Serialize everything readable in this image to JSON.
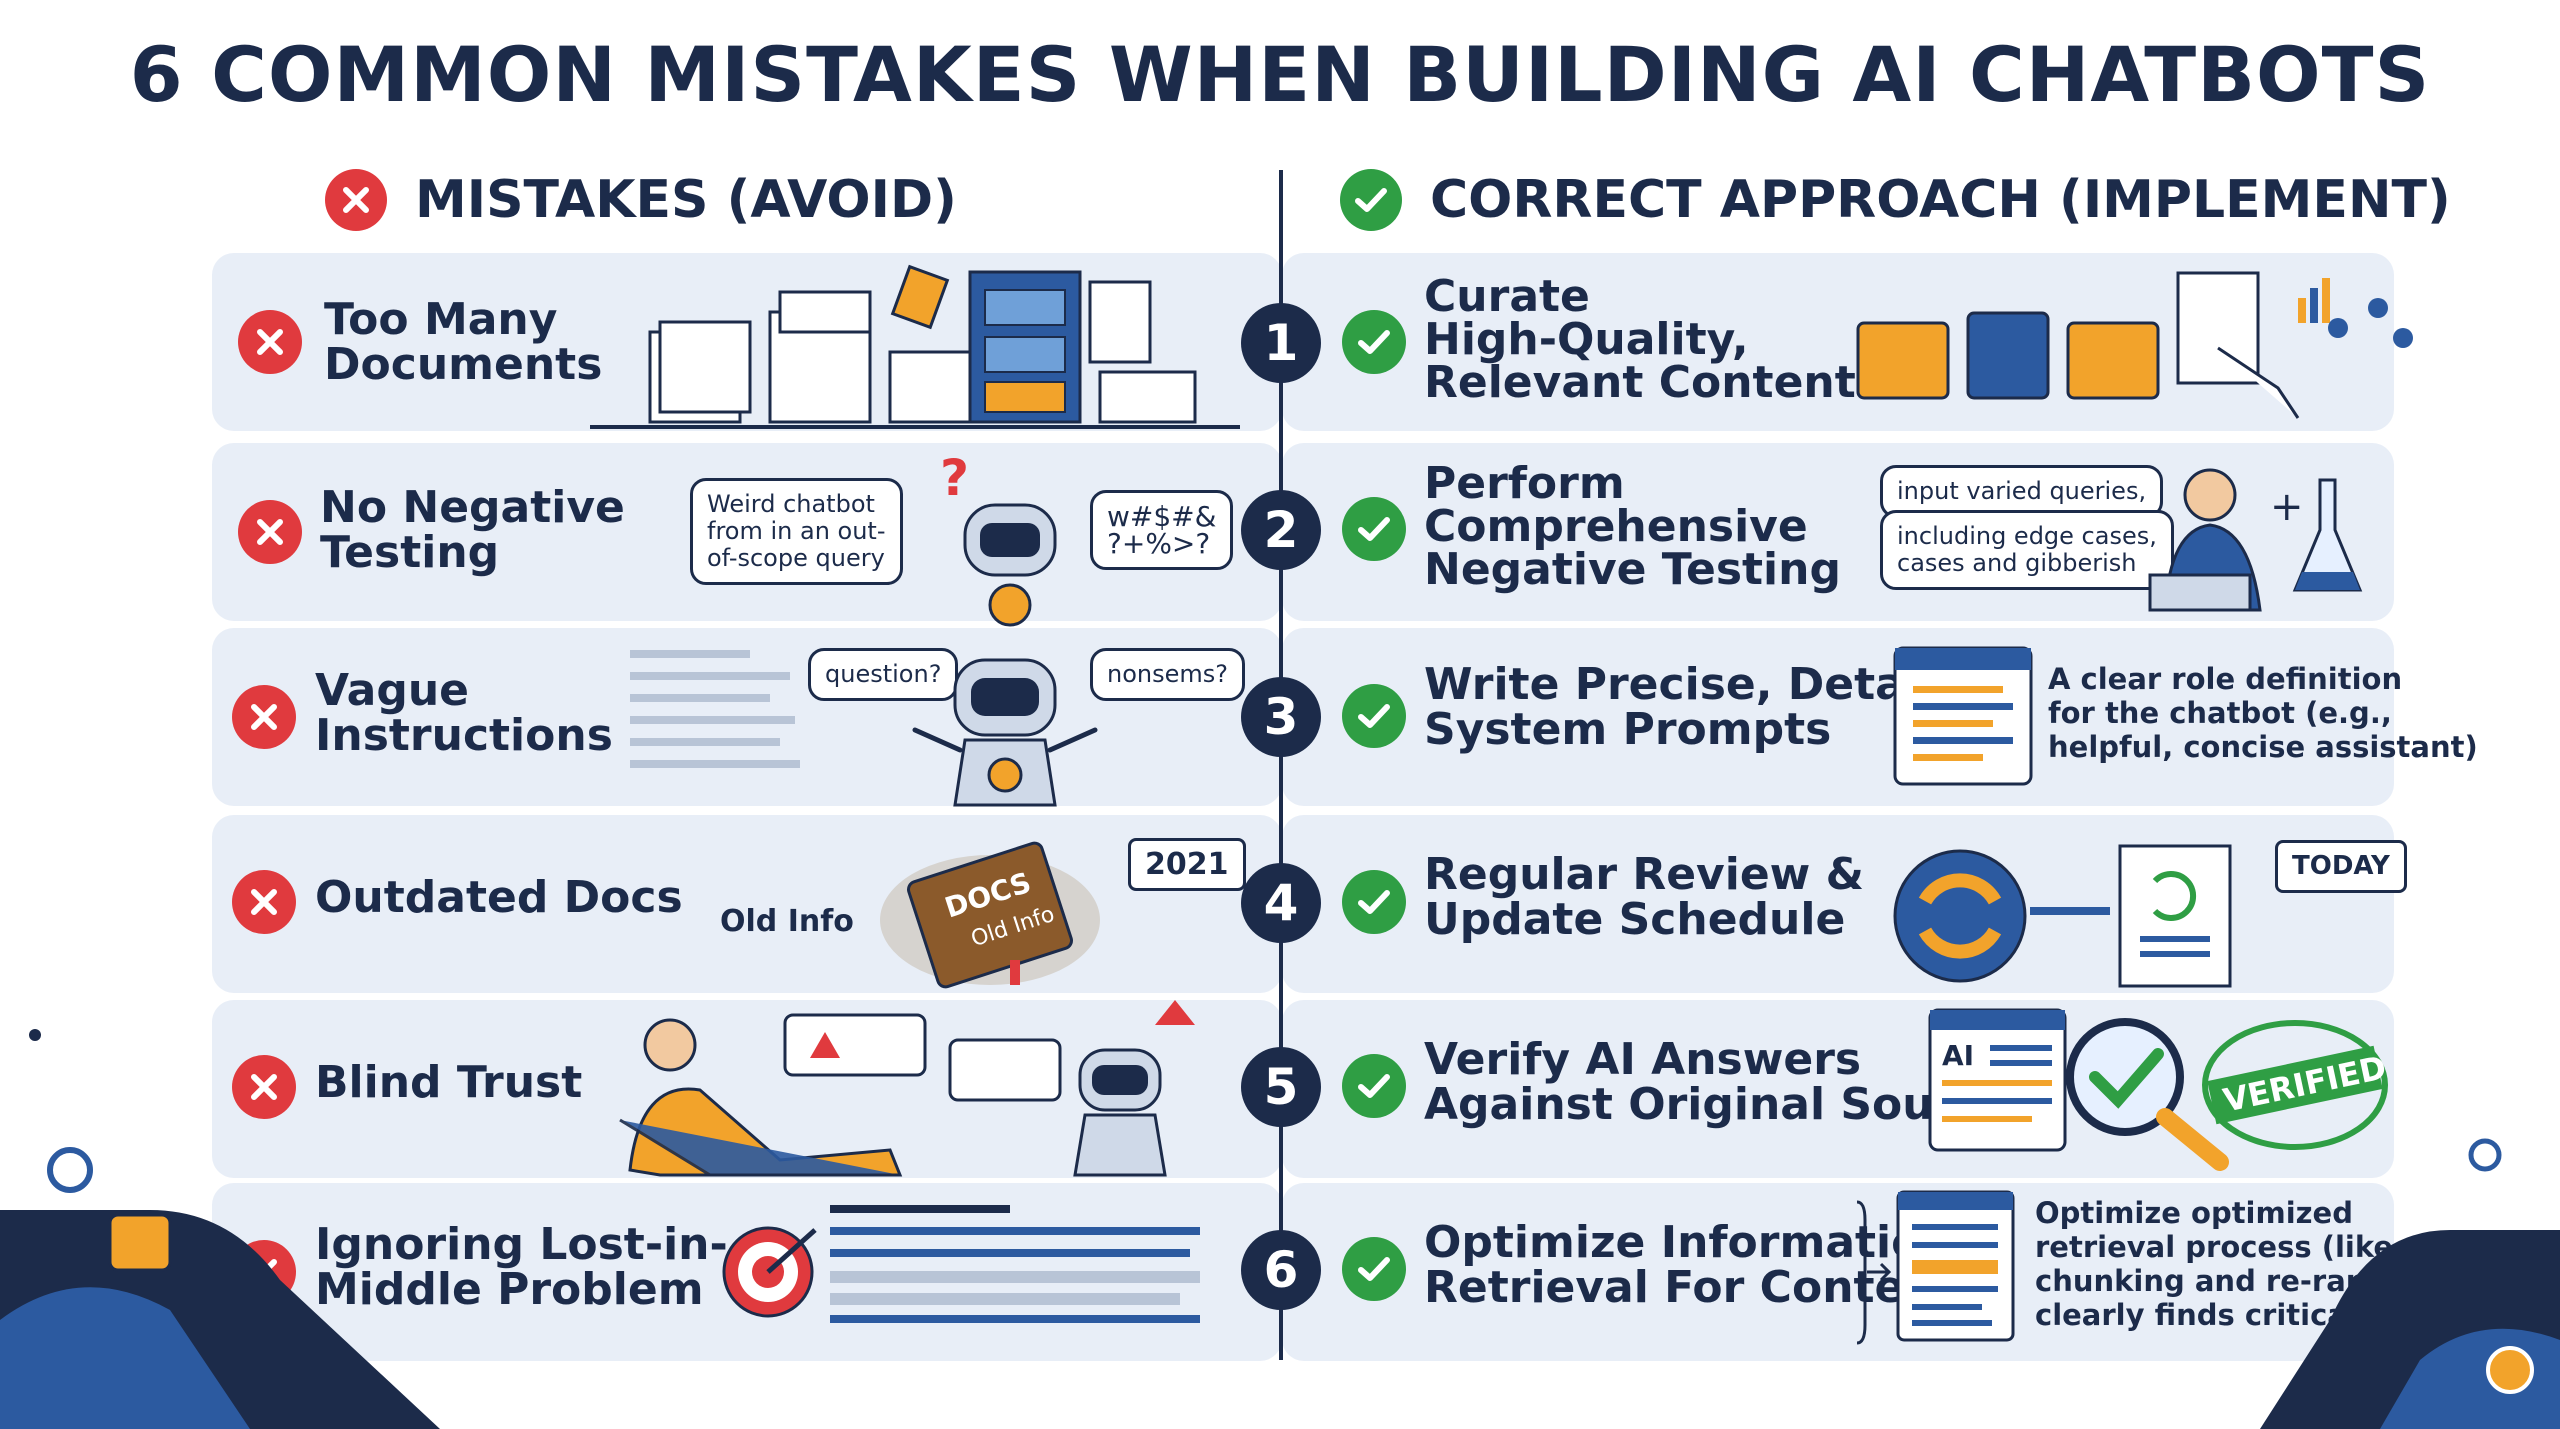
{
  "title": "6 COMMON MISTAKES WHEN BUILDING AI CHATBOTS",
  "columns": {
    "mistakes": "MISTAKES (AVOID)",
    "correct": "CORRECT APPROACH (IMPLEMENT)"
  },
  "rows": [
    {
      "number": "1",
      "mistake": "Too Many\nDocuments",
      "fix": "Curate\nHigh-Quality,\nRelevant Content"
    },
    {
      "number": "2",
      "mistake": "No Negative\nTesting",
      "fix": "Perform\nComprehensive\nNegative Testing",
      "mistake_bubble": "Weird chatbot\nfrom in an out-\nof-scope query",
      "mistake_bubble2": "w#$#&\n?+%>?",
      "fix_bubble1": "input varied queries,",
      "fix_bubble2": "including edge cases,\ncases and gibberish"
    },
    {
      "number": "3",
      "mistake": "Vague\nInstructions",
      "fix": "Write Precise, Detailed\nSystem Prompts",
      "mistake_bubble": "question?",
      "mistake_bubble2": "nonsems?",
      "fix_note": "A clear role definition\nfor the chatbot (e.g.,\nhelpful, concise assistant)"
    },
    {
      "number": "4",
      "mistake": "Outdated Docs",
      "fix": "Regular Review &\nUpdate Schedule",
      "old_info": "Old Info",
      "book_title": "DOCS",
      "book_sub": "Old Info",
      "year": "2021",
      "today": "TODAY"
    },
    {
      "number": "5",
      "mistake": "Blind Trust",
      "fix": "Verify AI Answers\nAgainst Original Sources",
      "ai_label": "AI",
      "stamp": "VERIFIED"
    },
    {
      "number": "6",
      "mistake": "Ignoring Lost-in-\nMiddle Problem",
      "fix": "Optimize Information\nRetrieval For Context",
      "fix_note": "Optimize optimized\nretrieval process (like\nchunking and re-ranking)\nclearly finds critical info"
    }
  ],
  "colors": {
    "navy": "#1c2b4a",
    "red": "#e03a3e",
    "green": "#2f9e44",
    "orange": "#f2a32b",
    "row_bg": "#e8eef7"
  },
  "icons": [
    "x-circle-icon",
    "check-circle-icon",
    "documents-pile-icon",
    "filing-cabinet-icon",
    "robot-icon",
    "folder-icon",
    "scientist-flask-icon",
    "prompt-window-icon",
    "old-book-icon",
    "calendar-icon",
    "refresh-cycle-icon",
    "relaxed-person-icon",
    "warning-icon",
    "magnifier-check-icon",
    "verified-stamp-icon",
    "target-icon",
    "text-lines-icon",
    "chat-icon"
  ]
}
